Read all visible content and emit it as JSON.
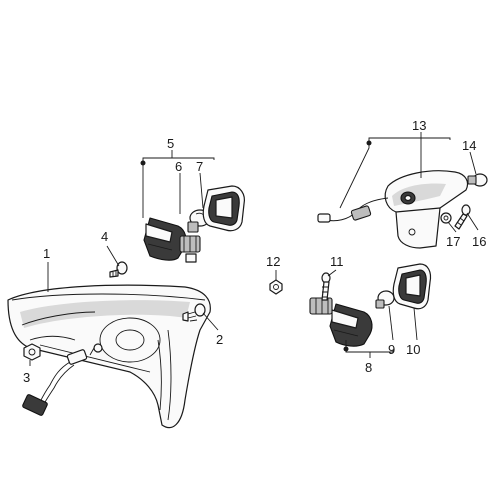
{
  "callouts": {
    "c1": "1",
    "c2": "2",
    "c3": "3",
    "c4": "4",
    "c5": "5",
    "c6": "6",
    "c7": "7",
    "c8": "8",
    "c9": "9",
    "c10": "10",
    "c11": "11",
    "c12": "12",
    "c13": "13",
    "c14": "14",
    "c16": "16",
    "c17": "17"
  },
  "parts": [
    {
      "ref": "1",
      "name": "rear-light-housing"
    },
    {
      "ref": "2",
      "name": "screw"
    },
    {
      "ref": "3",
      "name": "nut"
    },
    {
      "ref": "4",
      "name": "screw"
    },
    {
      "ref": "5",
      "name": "front-turn-indicator-assembly"
    },
    {
      "ref": "6",
      "name": "bulb"
    },
    {
      "ref": "7",
      "name": "indicator-lens"
    },
    {
      "ref": "8",
      "name": "rear-turn-indicator-assembly"
    },
    {
      "ref": "9",
      "name": "bulb"
    },
    {
      "ref": "10",
      "name": "indicator-lens"
    },
    {
      "ref": "11",
      "name": "screw"
    },
    {
      "ref": "12",
      "name": "nut"
    },
    {
      "ref": "13",
      "name": "license-plate-light-assembly"
    },
    {
      "ref": "14",
      "name": "bulb"
    },
    {
      "ref": "16",
      "name": "screw"
    },
    {
      "ref": "17",
      "name": "washer"
    }
  ]
}
